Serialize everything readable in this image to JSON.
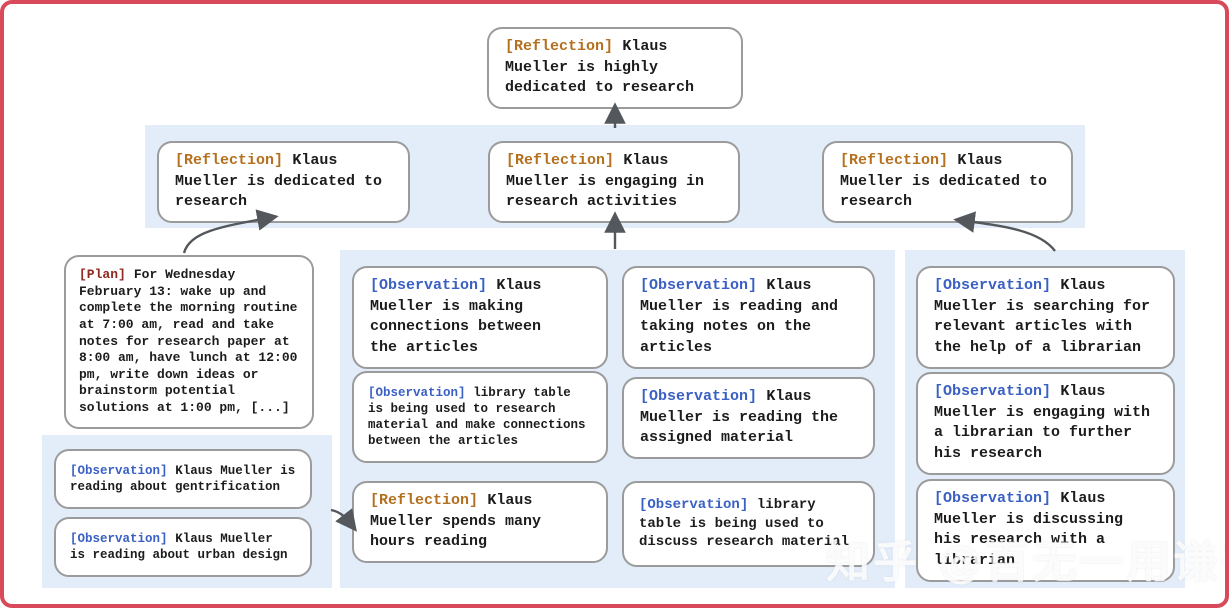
{
  "watermark": {
    "text": "知乎 @百无一用谦书生"
  },
  "colors": {
    "frame_border": "#d84a5a",
    "band_background": "#e2edf9",
    "node_border": "#9b9b9b",
    "node_text": "#1c1c1c",
    "reflection_label": "#b4701e",
    "observation_label": "#3a60c4",
    "plan_label": "#8f2a20",
    "arrow": "#54585c"
  },
  "nodes": {
    "top_reflection": {
      "tag": "[Reflection]",
      "text": "Klaus\nMueller is highly\ndedicated to research"
    },
    "row2_left": {
      "tag": "[Reflection]",
      "text": "Klaus\nMueller is dedicated to\nresearch"
    },
    "row2_center": {
      "tag": "[Reflection]",
      "text": "Klaus\nMueller is engaging in\nresearch activities"
    },
    "row2_right": {
      "tag": "[Reflection]",
      "text": "Klaus\nMueller is dedicated to\nresearch"
    },
    "plan": {
      "tag": "[Plan]",
      "text": "For Wednesday\nFebruary 13: wake up and\ncomplete the morning routine\nat 7:00 am, read and take\nnotes for research paper at\n8:00 am, have lunch at 12:00\npm, write down ideas or\nbrainstorm potential\nsolutions at 1:00 pm, [...]"
    },
    "obs_gentrification": {
      "tag": "[Observation]",
      "text": "Klaus Mueller is\nreading about gentrification"
    },
    "obs_urban_design": {
      "tag": "[Observation]",
      "text": "Klaus Mueller\nis reading about urban design"
    },
    "obs_making_connections": {
      "tag": "[Observation]",
      "text": "Klaus\nMueller is making\nconnections between\nthe articles"
    },
    "obs_library_research": {
      "tag": "[Observation]",
      "text": "library table\nis being used to research\nmaterial and make connections\nbetween the articles"
    },
    "reflection_hours_reading": {
      "tag": "[Reflection]",
      "text": "Klaus\nMueller spends many\nhours reading"
    },
    "obs_reading_notes": {
      "tag": "[Observation]",
      "text": "Klaus\nMueller is reading and\ntaking notes on the\narticles"
    },
    "obs_assigned_material": {
      "tag": "[Observation]",
      "text": "Klaus\nMueller is reading the\nassigned material"
    },
    "obs_library_discuss": {
      "tag": "[Observation]",
      "text": "library\ntable is being used to\ndiscuss research material"
    },
    "obs_searching_articles": {
      "tag": "[Observation]",
      "text": "Klaus\nMueller is searching for\nrelevant articles with\nthe help of a librarian"
    },
    "obs_engaging_librarian": {
      "tag": "[Observation]",
      "text": "Klaus\nMueller is engaging with\na librarian to further\nhis research"
    },
    "obs_discussing_research": {
      "tag": "[Observation]",
      "text": "Klaus\nMueller is discussing\nhis research with a\nlibrarian"
    }
  }
}
